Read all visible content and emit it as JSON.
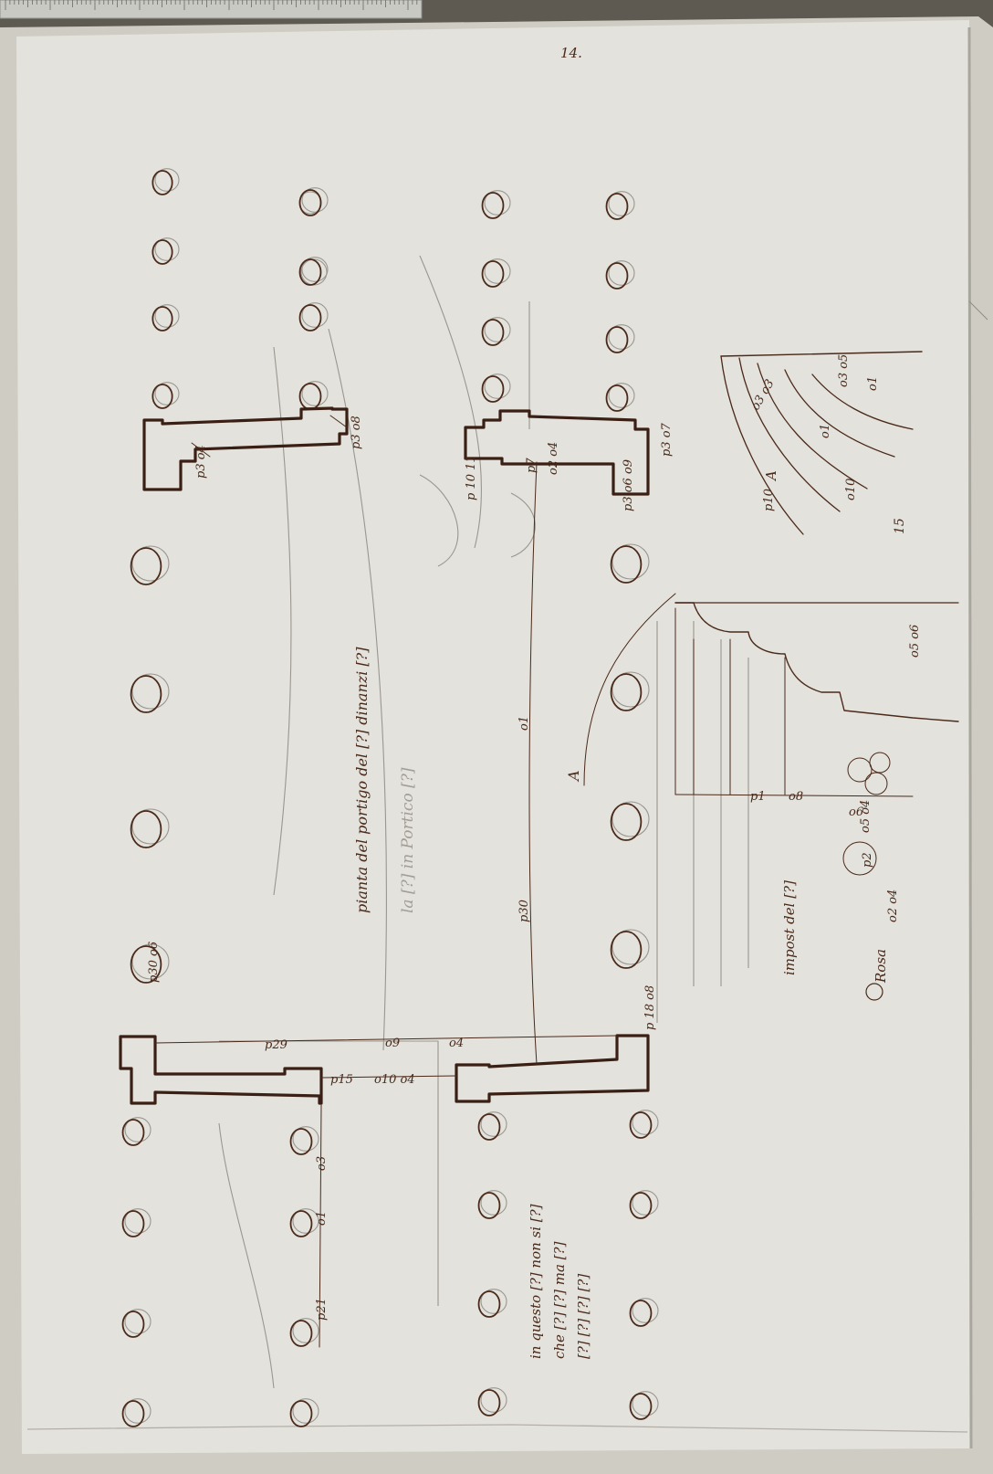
{
  "sheet": {
    "folio_number": "14.",
    "right_page_number": "15",
    "paper_color": "#e4e2dc",
    "ink_color": "#4a2a1a",
    "pencil_color": "#9a9690"
  },
  "annotations": {
    "portico_caption": "pianta del portigo del [?] dinanzi [?]",
    "pencil_note": "la [?] in Portico [?]",
    "vault_note_line1": "in questo [?] non si [?]",
    "vault_note_line2": "che [?] [?] ma [?]",
    "vault_note_line3": "[?] [?] [?] [?]",
    "impost_label": "impost del [?]",
    "rosa_label": "Rosa",
    "letter_a_plan": "A",
    "letter_a_arc": "A"
  },
  "measurements": {
    "pier_top_left": [
      "p3 o8",
      "p3 o4"
    ],
    "pier_top_right": [
      "p 10 11",
      "p7",
      "o2 o4",
      "p3 o6 o9",
      "p3 o7"
    ],
    "span_long": "p30",
    "span_mid": "o1",
    "pier_bottom_left": [
      "p29",
      "o9",
      "o4",
      "p15",
      "o10 o4"
    ],
    "pier_bottom_right": [
      "p 18 o8"
    ],
    "column_label": "p30 o6",
    "arc_profile": [
      "o3 o3",
      "o1",
      "p10",
      "o10",
      "o3 o5",
      "o1"
    ],
    "moulding_profile": [
      "p1",
      "o8",
      "o6",
      "o5 o4",
      "o5 o6",
      "p2",
      "o2 o4"
    ],
    "edge_left": [
      "p21",
      "o1",
      "o3"
    ]
  }
}
